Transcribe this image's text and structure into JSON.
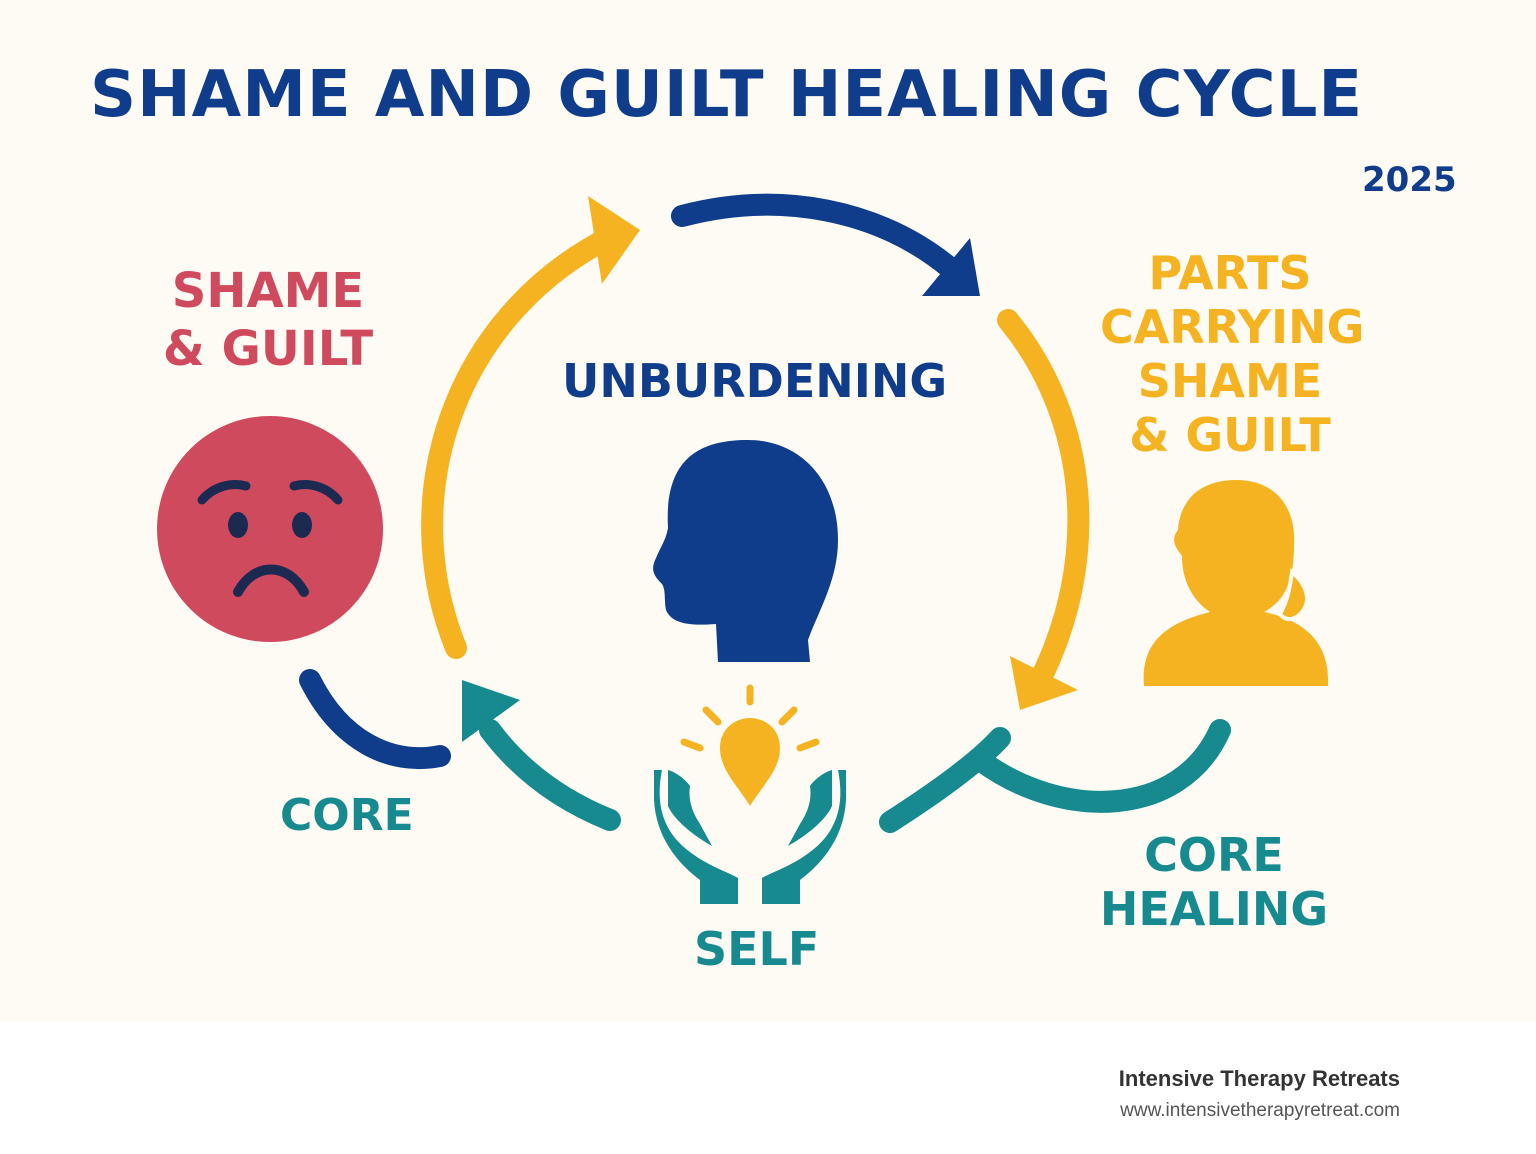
{
  "title": "SHAME AND GUILT HEALING CYCLE",
  "year": "2025",
  "nodes": {
    "shame": "SHAME\n& GUILT",
    "unburdening": "UNBURDENING",
    "parts": "PARTS\nCARRYING\nSHAME\n& GUILT",
    "core": "CORE",
    "core_healing": "CORE\nHEALING",
    "self": "SELF"
  },
  "footer": {
    "brand": "Intensive Therapy Retreats",
    "url": "www.intensivetherapyretreat.com"
  },
  "colors": {
    "navy": "#0f3d8c",
    "yellow": "#f6b321",
    "teal": "#178a8f",
    "red": "#d04a5e",
    "background": "#fdfbf3"
  },
  "icons": [
    "sad-face-icon",
    "head-profile-icon",
    "person-bust-icon",
    "hands-lightbulb-icon",
    "flower-logo-icon"
  ]
}
